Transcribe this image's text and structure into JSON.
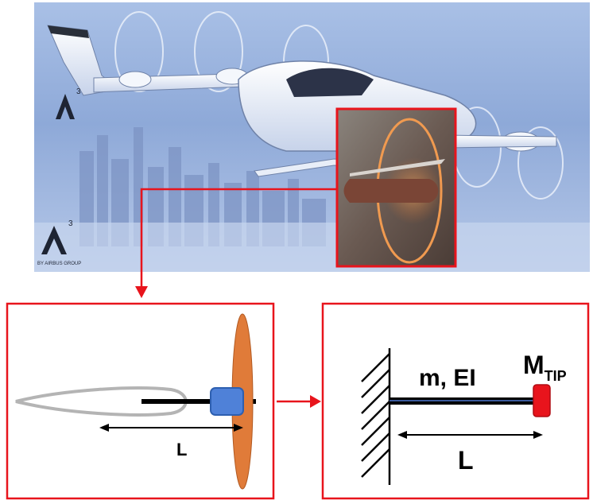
{
  "illustration": {
    "logo_mark": "A",
    "logo_superscript": "3",
    "logo_caption": "BY AIRBUS GROUP"
  },
  "left_panel": {
    "length_label": "L"
  },
  "right_panel": {
    "beam_properties_label": "m, EI",
    "tip_mass_label": "M",
    "tip_mass_subscript": "TIP",
    "length_label": "L"
  },
  "colors": {
    "highlight_red": "#e8141c",
    "propeller_orange": "#e07b39",
    "motor_blue": "#4f81d8",
    "airfoil_gray": "#b4b4b4",
    "tip_mass_red": "#e8141c"
  }
}
